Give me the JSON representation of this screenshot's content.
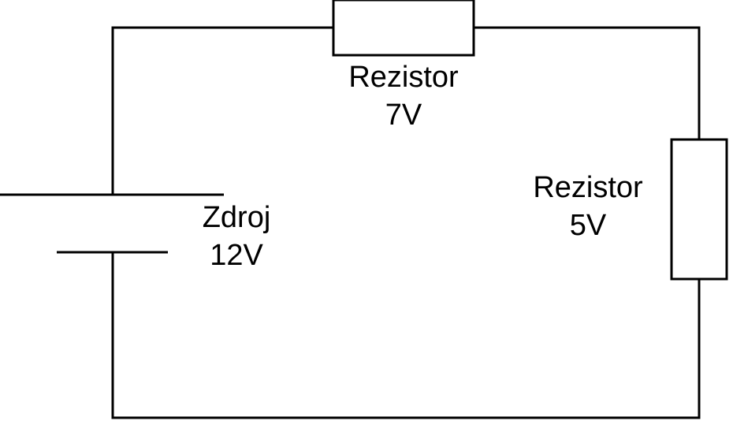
{
  "diagram": {
    "type": "circuit",
    "source": {
      "name": "Zdroj",
      "voltage": "12V"
    },
    "resistor_top": {
      "name": "Rezistor",
      "voltage": "7V"
    },
    "resistor_right": {
      "name": "Rezistor",
      "voltage": "5V"
    },
    "colors": {
      "line": "#000000",
      "background": "#ffffff"
    }
  }
}
